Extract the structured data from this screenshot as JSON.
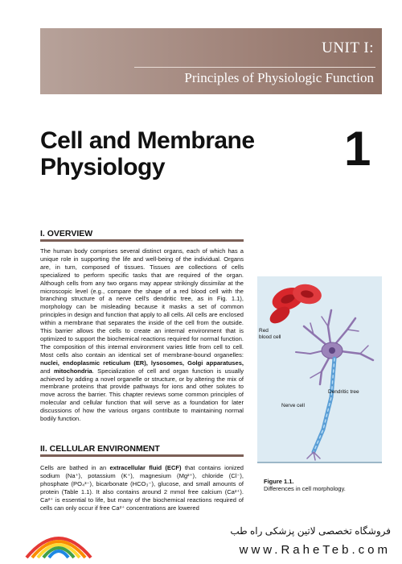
{
  "banner": {
    "unit": "UNIT I:",
    "subtitle": "Principles of Physiologic Function"
  },
  "chapter": {
    "title_line1": "Cell and Membrane",
    "title_line2": "Physiology",
    "number": "1"
  },
  "section1": {
    "heading": "I.  OVERVIEW",
    "text_a": "The human body comprises several distinct organs, each of which has a unique role in supporting the life and well-being of the individual. Organs are, in turn, composed of tissues. Tissues are collections of cells specialized to perform specific tasks that are required of the organ. Although cells from any two organs may appear strikingly dissimilar at the microscopic level (e.g., compare the shape of a red blood cell with the branching structure of a nerve cell's dendritic tree, as in Fig. 1.1), morphology can be misleading because it masks a set of common principles in design and function that apply to all cells. All cells are enclosed within a membrane that separates the inside of the cell from the outside. This barrier allows the cells to create an internal environment that is optimized to support the biochemical reactions required for normal function. The composition of this internal environment varies little from cell to cell. Most cells also contain an identical set of membrane-bound organelles: ",
    "organelles_1": "nuclei, endoplasmic reticulum (ER), lysosomes, Golgi apparatuses,",
    "text_b": " and ",
    "organelles_2": "mitochondria",
    "text_c": ". Specialization of cell and organ function is usually achieved by adding a novel organelle or structure, or by altering the mix of membrane proteins that provide pathways for ions and other solutes to move across the barrier. This chapter reviews some common principles of molecular and cellular function that will serve as a foundation for later discussions of how the various organs contribute to maintaining normal bodily function."
  },
  "section2": {
    "heading": "II.  CELLULAR ENVIRONMENT",
    "text_a": "Cells are bathed in an ",
    "ecf_term": "extracellular fluid (ECF)",
    "text_b": " that contains ionized sodium (Na⁺), potassium (K⁺), magnesium (Mg²⁺), chloride (Cl⁻), phosphate (PO₄³⁻), bicarbonate (HCO₃⁻), glucose, and small amounts of protein (Table 1.1). It also contains around 2 mmol free calcium (Ca²⁺). Ca²⁺ is essential to life, but many of the biochemical reactions required of cells can only occur if free Ca²⁺ concentrations are lowered"
  },
  "figure": {
    "label_rbc_line1": "Red",
    "label_rbc_line2": "blood cell",
    "label_dendritic": "Dendritic tree",
    "label_nerve": "Nerve cell",
    "title": "Figure 1.1.",
    "caption": "Differences in cell morphology.",
    "colors": {
      "rbc": "#d8262b",
      "neuron": "#8e74ae",
      "axon": "#5b9fd6",
      "panel": "#ddebf3"
    }
  },
  "footer": {
    "store_name": "فروشگاه تخصصی لاتین پزشکی راه طب",
    "url": "www.RaheTeb.com"
  }
}
